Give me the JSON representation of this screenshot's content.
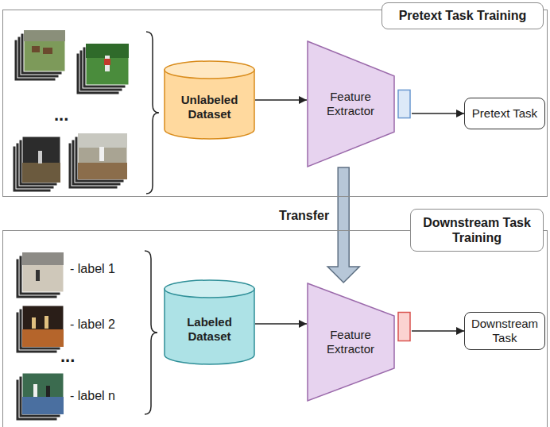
{
  "diagram": {
    "nodes": [
      {
        "text": [
          "Pretext Task Training"
        ]
      },
      {
        "text": [
          "Unlabeled Dataset"
        ],
        "in": 0
      },
      {
        "text": [
          "Feature Extractor"
        ],
        "in": 0
      },
      {
        "text": [
          "Pretext Task"
        ],
        "in": 0
      },
      {
        "text": [
          "Downstream Task Training"
        ]
      },
      {
        "text": [
          "Labeled Dataset"
        ],
        "in": 4
      },
      {
        "text": [
          "Feature Extractor"
        ],
        "in": 4
      },
      {
        "text": [
          "Downstream Task"
        ],
        "in": 4
      }
    ],
    "edges": [
      {
        "from": 1,
        "to": 2,
        "arrow": "to"
      },
      {
        "from": 2,
        "to": 3,
        "arrow": "to"
      },
      {
        "from": 2,
        "to": 6,
        "label": "Transfer",
        "arrow": "to"
      },
      {
        "from": 5,
        "to": 6,
        "arrow": "to"
      },
      {
        "from": 6,
        "to": 7,
        "arrow": "to"
      }
    ],
    "labels": [
      "...",
      "- label 1",
      "- label 2",
      "...",
      "- label n"
    ]
  }
}
